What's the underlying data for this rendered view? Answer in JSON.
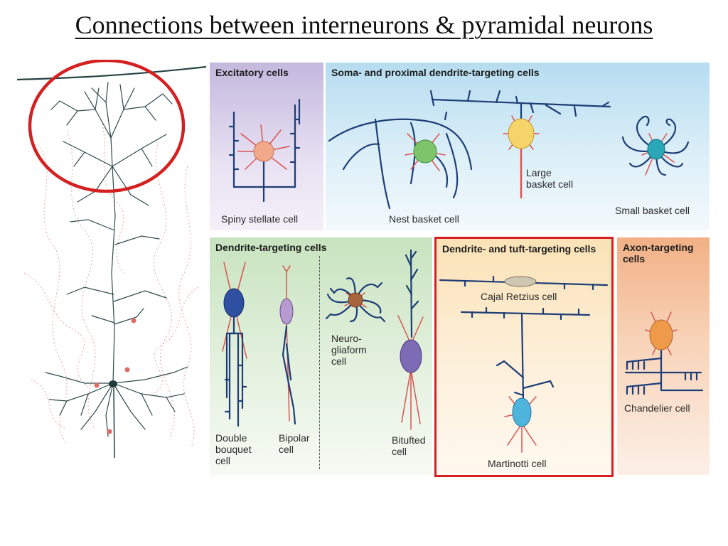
{
  "slide": {
    "title": "Connections between interneurons & pyramidal neurons"
  },
  "panels": {
    "excitatory": {
      "header": "Excitatory cells",
      "cells": [
        "Spiny stellate cell"
      ]
    },
    "soma": {
      "header": "Soma- and proximal dendrite-targeting cells",
      "cells": [
        "Nest basket cell",
        "Large\nbasket cell",
        "Small basket cell"
      ]
    },
    "dendrite": {
      "header": "Dendrite-targeting cells",
      "cells": [
        "Double\nbouquet\ncell",
        "Bipolar\ncell",
        "Neuro-\ngliaform\ncell",
        "Bitufted\ncell"
      ]
    },
    "tuft": {
      "header": "Dendrite- and tuft-targeting\ncells",
      "cells": [
        "Cajal Retzius cell",
        "Martinotti cell"
      ]
    },
    "axon": {
      "header": "Axon-targeting\ncells",
      "cells": [
        "Chandelier cell"
      ]
    }
  },
  "colors": {
    "highlight": "#d42020",
    "excitatory_bg": "#c9bfe0",
    "soma_bg": "#bfe0f2",
    "dendrite_bg": "#cfe6c6",
    "tuft_bg": "#fbe8c8",
    "axon_bg": "#f3b88e",
    "axon_line": "#1d3d77",
    "dendrite_line": "#d9534f"
  }
}
